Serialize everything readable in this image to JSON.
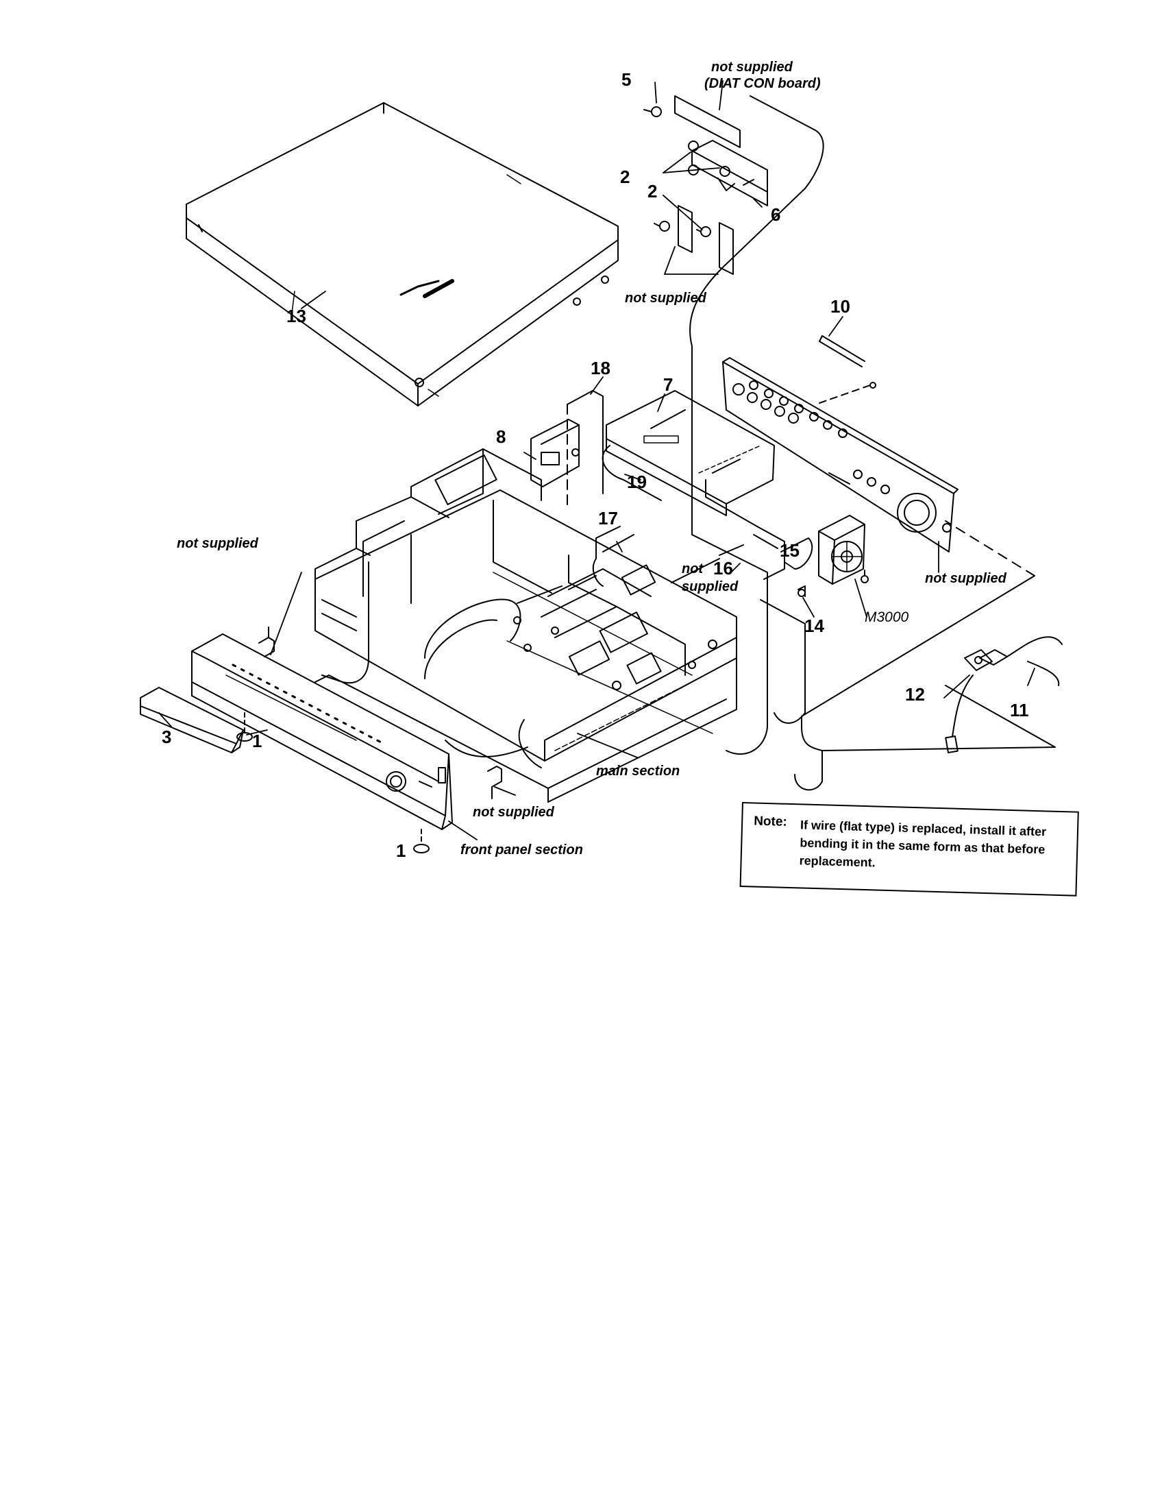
{
  "labels": {
    "n1_left": "1",
    "n1_bottom": "1",
    "n2_upper": "2",
    "n2_lower": "2",
    "n3": "3",
    "n5": "5",
    "n6": "6",
    "n7": "7",
    "n8": "8",
    "n10": "10",
    "n11": "11",
    "n12": "12",
    "n13": "13",
    "n14": "14",
    "n15": "15",
    "n16": "16",
    "n17": "17",
    "n18": "18",
    "n19": "19",
    "m3000": "M3000"
  },
  "captions": {
    "diat_line1": "not supplied",
    "diat_line2": "(DIAT CON board)",
    "not_supplied_brackets": "not supplied",
    "not_supplied_left": "not supplied",
    "not_supplied_mid_line1": "not",
    "not_supplied_mid_line2": "supplied",
    "not_supplied_right": "not supplied",
    "not_supplied_bottom": "not supplied",
    "main_section": "main section",
    "front_panel_section": "front panel section"
  },
  "note": {
    "heading": "Note:",
    "text": "If wire (flat type) is replaced, install it after bending it in the same form as that before replacement."
  }
}
